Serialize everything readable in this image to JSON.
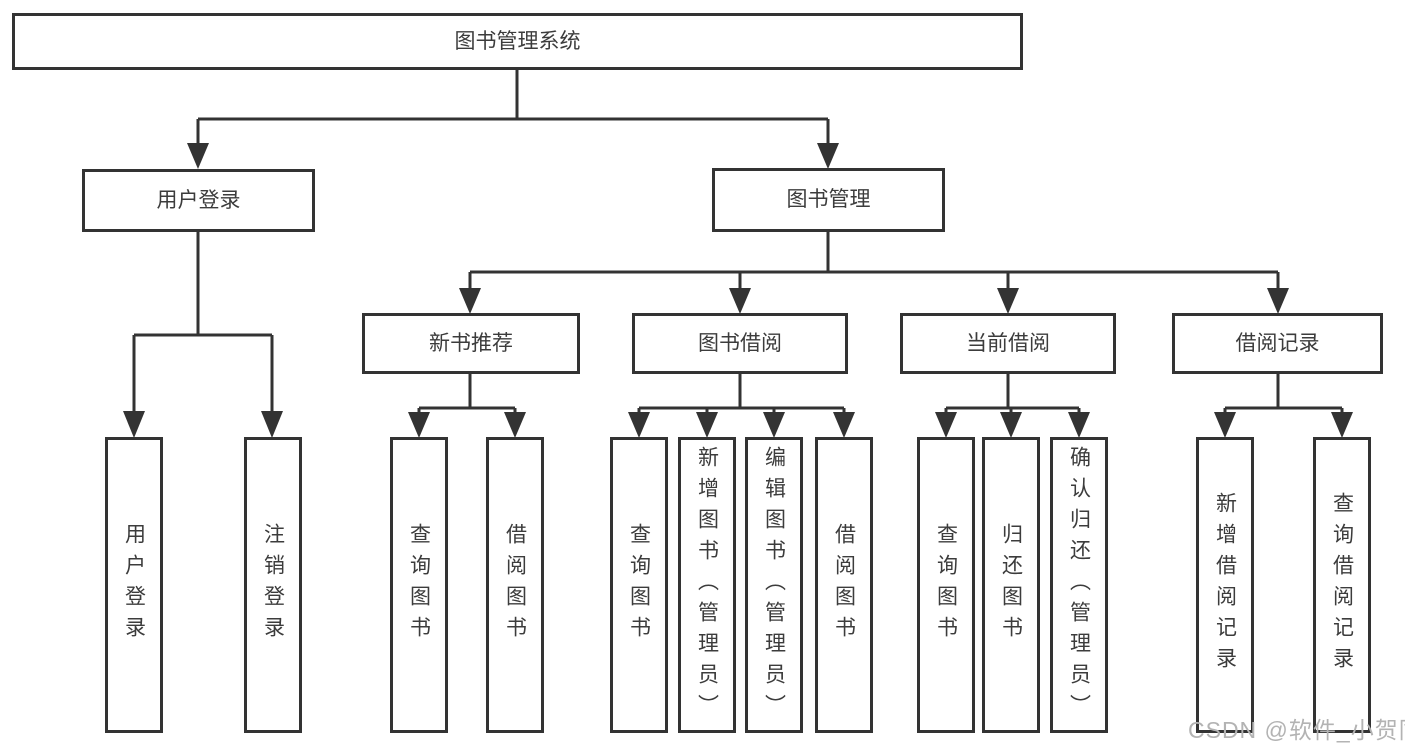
{
  "diagram": {
    "type": "hierarchy-tree",
    "colors": {
      "line": "#333333",
      "box_border": "#333333",
      "text": "#3c3c3c",
      "background": "#ffffff",
      "watermark": "#b3b3b3"
    },
    "watermark": "CSDN @软件_小贺同学",
    "nodes": {
      "root": {
        "label": "图书管理系统"
      },
      "user_login": {
        "label": "用户登录"
      },
      "book_management": {
        "label": "图书管理"
      },
      "new_book_recommend": {
        "label": "新书推荐"
      },
      "book_borrowing": {
        "label": "图书借阅"
      },
      "current_borrowing": {
        "label": "当前借阅"
      },
      "borrowing_records": {
        "label": "借阅记录"
      },
      "leaf_user_login": {
        "label": "用户登录"
      },
      "leaf_logout": {
        "label": "注销登录"
      },
      "leaf_rec_query_books": {
        "label": "查询图书"
      },
      "leaf_rec_borrow_books": {
        "label": "借阅图书"
      },
      "leaf_bb_query_books": {
        "label": "查询图书"
      },
      "leaf_bb_add_books": {
        "label": "新增图书（管理员）"
      },
      "leaf_bb_edit_books": {
        "label": "编辑图书（管理员）"
      },
      "leaf_bb_borrow_books": {
        "label": "借阅图书"
      },
      "leaf_cb_query_books": {
        "label": "查询图书"
      },
      "leaf_cb_return_books": {
        "label": "归还图书"
      },
      "leaf_cb_confirm_return": {
        "label": "确认归还（管理员）"
      },
      "leaf_br_add_record": {
        "label": "新增借阅记录"
      },
      "leaf_br_query_record": {
        "label": "查询借阅记录"
      }
    },
    "edges": [
      "root -> user_login",
      "root -> book_management",
      "user_login -> leaf_user_login",
      "user_login -> leaf_logout",
      "book_management -> new_book_recommend",
      "book_management -> book_borrowing",
      "book_management -> current_borrowing",
      "book_management -> borrowing_records",
      "new_book_recommend -> leaf_rec_query_books",
      "new_book_recommend -> leaf_rec_borrow_books",
      "book_borrowing -> leaf_bb_query_books",
      "book_borrowing -> leaf_bb_add_books",
      "book_borrowing -> leaf_bb_edit_books",
      "book_borrowing -> leaf_bb_borrow_books",
      "current_borrowing -> leaf_cb_query_books",
      "current_borrowing -> leaf_cb_return_books",
      "current_borrowing -> leaf_cb_confirm_return",
      "borrowing_records -> leaf_br_add_record",
      "borrowing_records -> leaf_br_query_record"
    ]
  }
}
